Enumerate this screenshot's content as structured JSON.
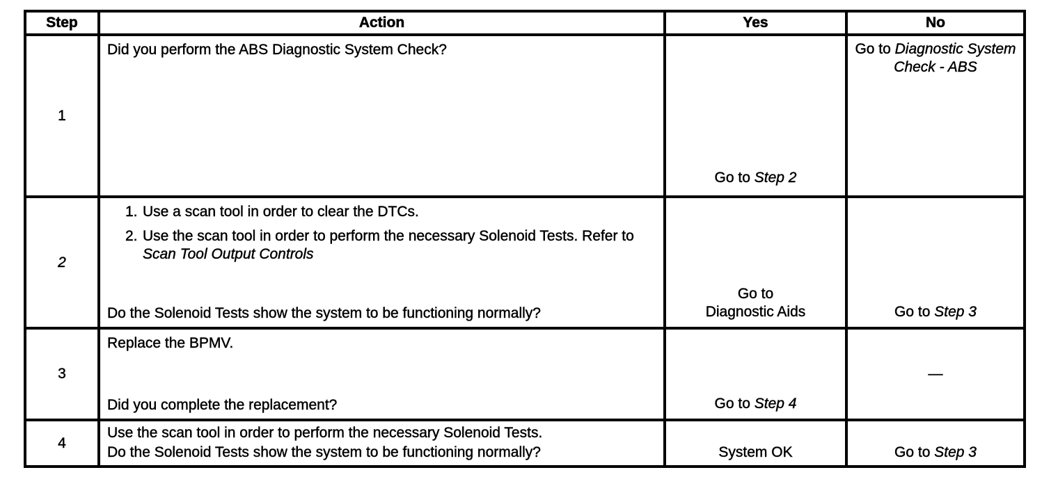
{
  "table": {
    "headers": {
      "step": "Step",
      "action": "Action",
      "yes": "Yes",
      "no": "No"
    },
    "rows": [
      {
        "step": "1",
        "action": {
          "question": "Did you perform the ABS Diagnostic System Check?"
        },
        "yes": {
          "goto_prefix": "Go to ",
          "goto_target": "Step 2"
        },
        "no": {
          "goto_prefix": "Go to ",
          "goto_target": "Diagnostic System Check - ABS"
        }
      },
      {
        "step": "2",
        "action": {
          "steps": [
            {
              "num": "1.",
              "text": "Use a scan tool in order to clear the DTCs."
            },
            {
              "num": "2.",
              "text": "Use the scan tool in order to perform the necessary Solenoid Tests. Refer to ",
              "italic": "Scan Tool Output Controls"
            }
          ],
          "question": "Do the Solenoid Tests show the system to be functioning normally?"
        },
        "yes": {
          "line1": "Go to",
          "line2": "Diagnostic Aids"
        },
        "no": {
          "goto_prefix": "Go to ",
          "goto_target": "Step 3"
        }
      },
      {
        "step": "3",
        "action": {
          "instruction": "Replace the BPMV.",
          "question": "Did you complete the replacement?"
        },
        "yes": {
          "goto_prefix": "Go to ",
          "goto_target": "Step 4"
        },
        "no": {
          "dash": "—"
        }
      },
      {
        "step": "4",
        "action": {
          "instruction": "Use the scan tool in order to perform the necessary Solenoid Tests.",
          "question": "Do the Solenoid Tests show the system to be functioning normally?"
        },
        "yes": {
          "result": "System OK"
        },
        "no": {
          "goto_prefix": "Go to ",
          "goto_target": "Step 3"
        }
      }
    ]
  }
}
